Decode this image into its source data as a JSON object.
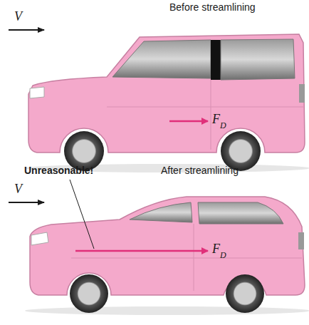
{
  "diagram": {
    "labels": [
      "Before streamlining",
      "V",
      "F",
      "D",
      "Unreasonable!",
      "After streamlining",
      "V",
      "F",
      "D"
    ]
  }
}
